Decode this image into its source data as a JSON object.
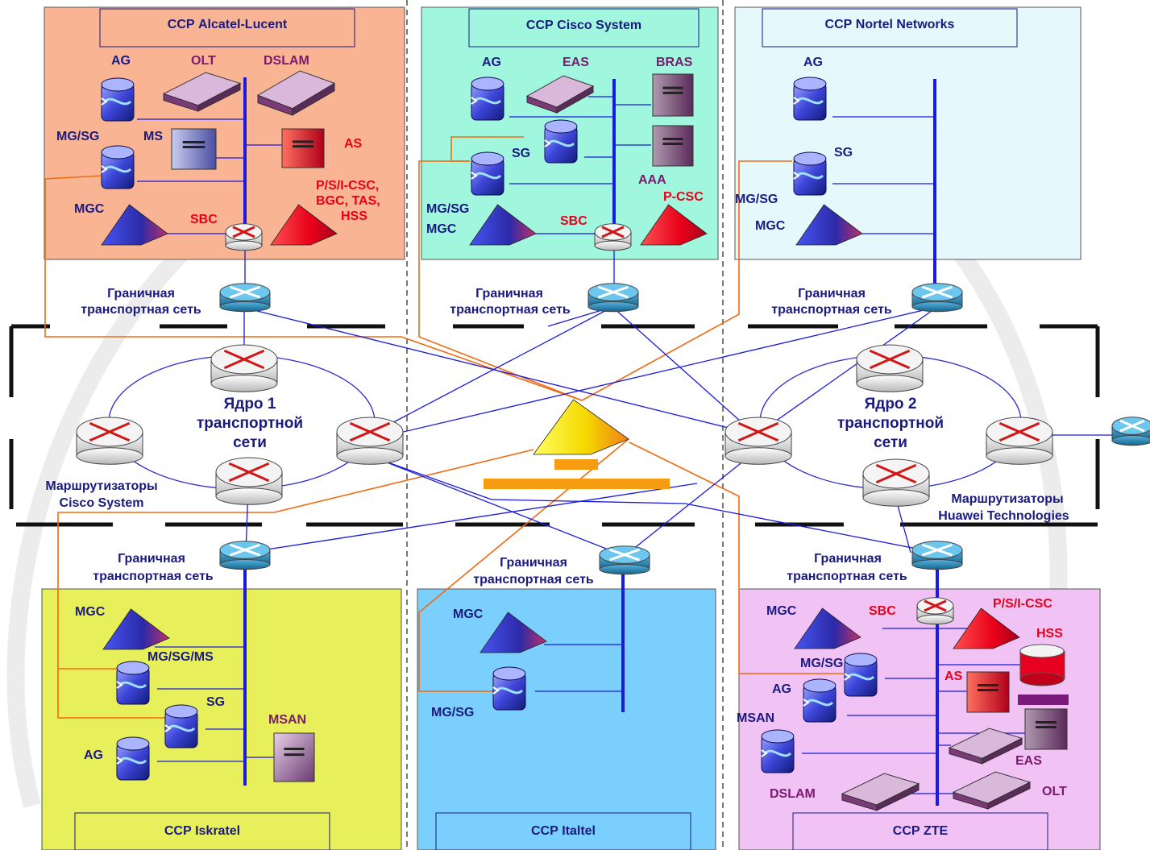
{
  "colors": {
    "alcatel_bg": "#f9b493",
    "cisco_bg": "#a1f7dd",
    "nortel_bg": "#e5f8fb",
    "iskratel_bg": "#e7ef5b",
    "italtel_bg": "#7bcffc",
    "zte_bg": "#f1c2f4",
    "bus": "#1a1add",
    "orange_link": "#ef6b13",
    "ring": "#2a2ad0"
  },
  "regions": {
    "alcatel": {
      "title": "ССР Alcatel-Lucent",
      "ag": "AG",
      "olt": "OLT",
      "dslam": "DSLAM",
      "mgsg": "MG/SG",
      "ms": "MS",
      "as": "AS",
      "pcsc_bgc": "P/S/I-CSC,",
      "bgc_tas": "BGC, TAS,",
      "hss": "HSS",
      "mgc": "MGC",
      "sbc": "SBC"
    },
    "cisco": {
      "title": "ССР Cisco System",
      "ag": "AG",
      "eas": "EAS",
      "bras": "BRAS",
      "sg": "SG",
      "aaa": "AAA",
      "mgsg": "MG/SG",
      "mgc": "MGC",
      "sbc": "SBC",
      "pcsc": "P-CSC"
    },
    "nortel": {
      "title": "ССР Nortel Networks",
      "ag": "AG",
      "sg": "SG",
      "mgsg": "MG/SG",
      "mgc": "MGC"
    },
    "iskratel": {
      "title": "ССР Iskratel",
      "mgc": "MGC",
      "mgsgms": "MG/SG/MS",
      "sg": "SG",
      "msan": "MSAN",
      "ag": "AG"
    },
    "italtel": {
      "title": "ССР Italtel",
      "mgc": "MGC",
      "mgsg": "MG/SG"
    },
    "zte": {
      "title": "ССР ZTE",
      "mgc": "MGC",
      "sbc": "SBC",
      "pcsc": "P/S/I-CSC",
      "hss": "HSS",
      "mgsg": "MG/SG",
      "as": "AS",
      "ag": "AG",
      "msan": "MSAN",
      "eas": "EAS",
      "dslam": "DSLAM",
      "olt": "OLT"
    }
  },
  "edge_network_label_1": "Граничная",
  "edge_network_label_2": "транспортная сеть",
  "core1": {
    "line1": "Ядро 1",
    "line2": "транспортной",
    "line3": "сети"
  },
  "core2": {
    "line1": "Ядро 2",
    "line2": "транспортной",
    "line3": "сети"
  },
  "routers_left": {
    "line1": "Маршрутизаторы",
    "line2": "Cisco System"
  },
  "routers_right": {
    "line1": "Маршрутизаторы",
    "line2": "Huawei Technologies"
  }
}
